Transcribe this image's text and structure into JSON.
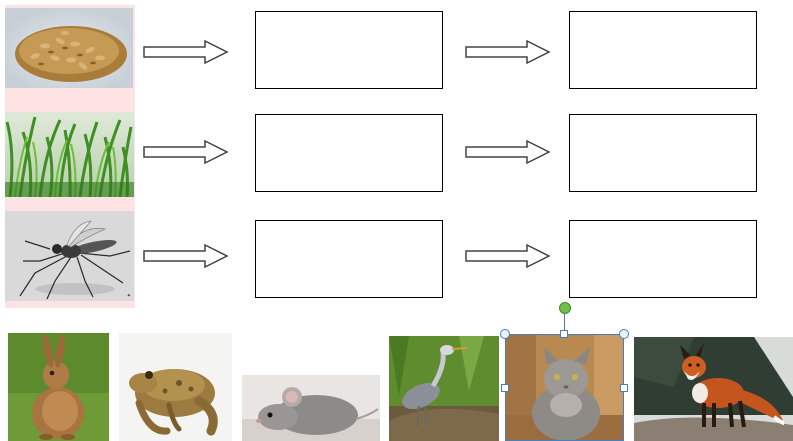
{
  "worksheet": {
    "rows": [
      {
        "source_image": "wheat-grain-image"
      },
      {
        "source_image": "grass-image"
      },
      {
        "source_image": "mosquito-image"
      }
    ],
    "animal_images": [
      "hare-image",
      "frog-image",
      "mouse-image",
      "heron-image",
      "cat-image",
      "fox-image"
    ],
    "selected_image": "cat-image",
    "colors": {
      "photo_backdrop": "#fde3e3",
      "selection_handle": "#4a7ebb",
      "rotate_handle": "#6cc04a"
    }
  }
}
